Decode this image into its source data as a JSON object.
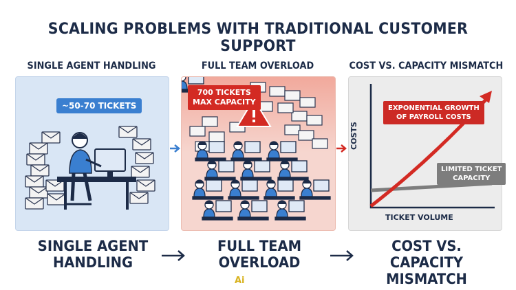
{
  "title": "SCALING PROBLEMS WITH TRADITIONAL CUSTOMER SUPPORT",
  "columns": [
    {
      "heading": "SINGLE AGENT HANDLING",
      "bottom_line1": "SINGLE AGENT",
      "bottom_line2": "HANDLING",
      "panel_color": "#d9e6f5"
    },
    {
      "heading": "FULL TEAM OVERLOAD",
      "bottom_line1": "FULL TEAM",
      "bottom_line2": "OVERLOAD",
      "panel_color": "#f6d6cf"
    },
    {
      "heading": "COST VS. CAPACITY MISMATCH",
      "bottom_line1": "COST VS. CAPACITY",
      "bottom_line2": "MISMATCH",
      "panel_color": "#ececec"
    }
  ],
  "single_agent": {
    "tickets_badge": "~50-70 TICKETS"
  },
  "team_overload": {
    "tickets_line1": "700 TICKETS",
    "tickets_line2": "MAX CAPACITY",
    "warning_icon": "warning-triangle-icon"
  },
  "mismatch_chart": {
    "growth_line1": "EXPONENTIAL GROWTH",
    "growth_line2": "OF PAYROLL COSTS",
    "limit_line1": "LIMITED TICKET",
    "limit_line2": "CAPACITY",
    "y_axis": "COSTS",
    "x_axis": "TICKET VOLUME"
  },
  "colors": {
    "accent_blue": "#3a7fd0",
    "alert_red": "#d32a23",
    "navy": "#1c2b47",
    "gray": "#7d7d7d"
  },
  "watermark": "Ai"
}
